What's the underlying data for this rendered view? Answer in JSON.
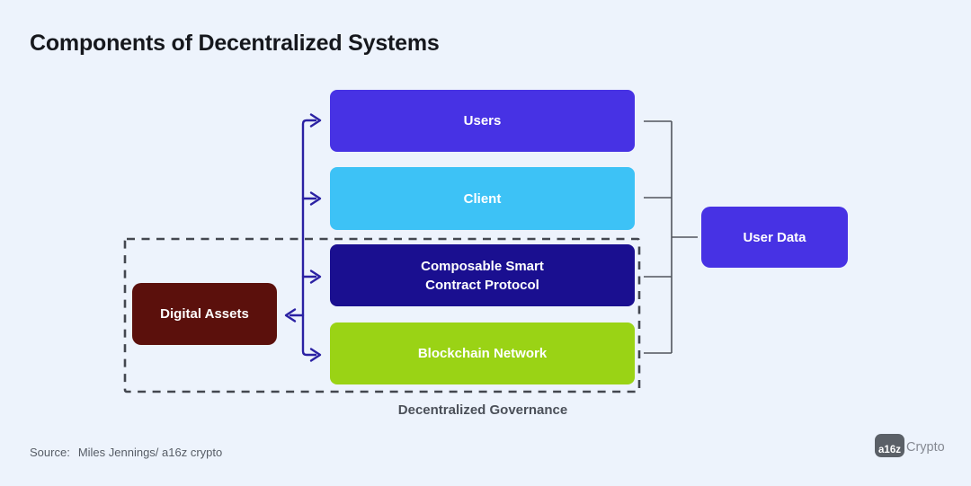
{
  "header": {
    "title": "Components of Decentralized Systems"
  },
  "diagram": {
    "stack": [
      {
        "name": "users",
        "label": "Users",
        "color": "#4732e4"
      },
      {
        "name": "client",
        "label": "Client",
        "color": "#3dc2f6"
      },
      {
        "name": "composable-smart-contract-protocol",
        "label_line1": "Composable Smart",
        "label_line2": "Contract Protocol",
        "color": "#1a0f90"
      },
      {
        "name": "blockchain-network",
        "label": "Blockchain Network",
        "color": "#9ad315"
      }
    ],
    "digital_assets": {
      "label": "Digital Assets",
      "color": "#5b100c"
    },
    "user_data": {
      "label": "User Data",
      "color": "#4732e4"
    },
    "governance": {
      "label": "Decentralized Governance"
    },
    "colors": {
      "left_connector": "#2b21a3",
      "right_connector": "#51555d",
      "dashed_border": "#43474f",
      "background": "#edf3fc"
    }
  },
  "footer": {
    "source_label": "Source:",
    "source_value": "Miles Jennings/ a16z crypto",
    "logo_square_text": "a16z",
    "logo_wordmark": "Crypto"
  }
}
